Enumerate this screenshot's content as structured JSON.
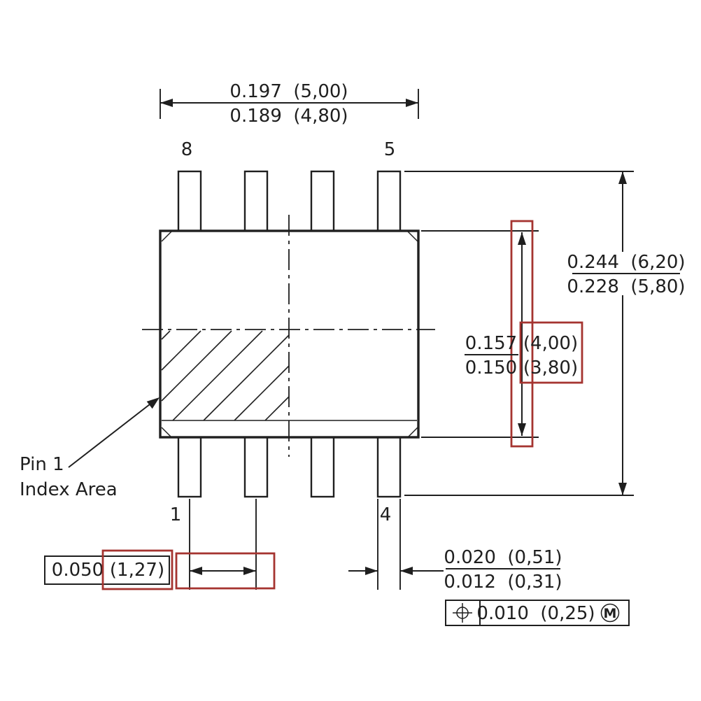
{
  "drawing": {
    "description": "8-pin SOIC package outline mechanical drawing",
    "pin_labels": {
      "top_left": "8",
      "top_right": "5",
      "bottom_left": "1",
      "bottom_right": "4"
    },
    "index_label": {
      "line1": "Pin 1",
      "line2": "Index Area"
    },
    "dim_top": {
      "primary": "0.197  (5,00)",
      "secondary": "0.189  (4,80)"
    },
    "dim_overall": {
      "primary": "0.244  (6,20)",
      "secondary": "0.228  (5,80)"
    },
    "dim_body_width": {
      "primary_value": "0.157",
      "primary_paren": "(4,00)",
      "secondary_value": "0.150",
      "secondary_paren": "(3,80)"
    },
    "dim_pitch": {
      "value": "0.050",
      "paren": "(1,27)"
    },
    "dim_lead_width": {
      "primary": "0.020  (0,51)",
      "secondary": "0.012  (0,31)"
    },
    "tolerance_frame": {
      "symbol": "true-position",
      "value": "0.010  (0,25)",
      "modifier": "M"
    },
    "colors": {
      "line": "#1f1f1f",
      "highlight": "#a53430",
      "background": "#ffffff"
    }
  }
}
